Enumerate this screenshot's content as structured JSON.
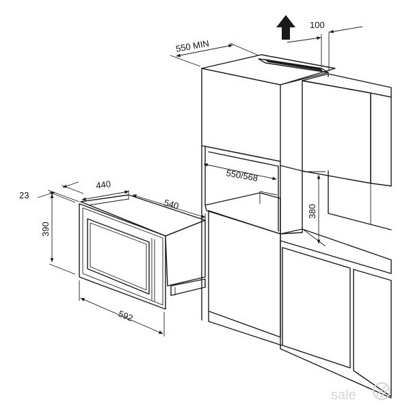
{
  "dimensions": {
    "top_clearance": "100",
    "cabinet_depth_min": "550 MIN",
    "niche_width": "550/568",
    "niche_height": "380",
    "front_frame_depth": "23",
    "appliance_height": "390",
    "appliance_depth": "440",
    "appliance_body_depth": "540",
    "appliance_width": "592"
  },
  "watermark": "sale",
  "colors": {
    "line": "#1a1a1a",
    "watermark": "#d6d6d6"
  },
  "icons": {
    "airflow": "arrow-up-icon",
    "watermark_logo": "fork-logo-icon"
  }
}
